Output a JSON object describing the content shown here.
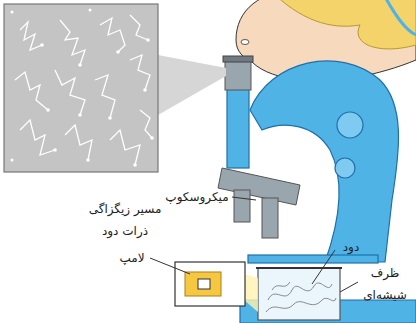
{
  "diagram": {
    "labels": [
      "مسیر زیگزاگی ذرات دود",
      "میکروسکوپ",
      "لامپ",
      "دود",
      "ظرف شیشه‌ای"
    ]
  }
}
